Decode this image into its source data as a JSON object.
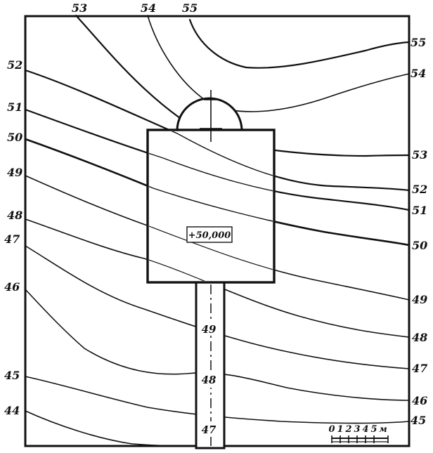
{
  "top_labels": [
    "53",
    "54",
    "55"
  ],
  "left_labels": [
    "52",
    "51",
    "50",
    "49",
    "48",
    "47",
    "46",
    "45",
    "44"
  ],
  "right_labels": [
    "55",
    "54",
    "53",
    "52",
    "51",
    "50",
    "49",
    "48",
    "47",
    "46",
    "45"
  ],
  "path_labels": [
    "49",
    "48",
    "47"
  ],
  "building_elevation": "+50,000",
  "scale": {
    "ticks": [
      "0",
      "1",
      "2",
      "3",
      "4",
      "5"
    ],
    "unit": "м"
  }
}
